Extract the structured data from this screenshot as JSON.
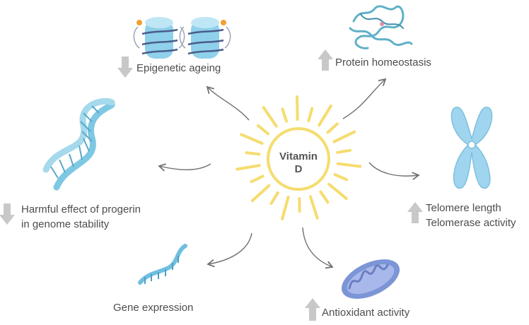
{
  "center": {
    "line1": "Vitamin",
    "line2": "D"
  },
  "outcomes": [
    {
      "label": "Epigenetic ageing",
      "direction": "down",
      "icon": "nucleosome-icon"
    },
    {
      "label": "Protein homeostasis",
      "direction": "up",
      "icon": "protein-structure-icon"
    },
    {
      "label": "Harmful effect of progerin",
      "label2": "in genome stability",
      "direction": "down",
      "icon": "dna-helix-icon"
    },
    {
      "label": "Telomere length",
      "label2": "Telomerase activity",
      "direction": "up",
      "icon": "chromosome-icon"
    },
    {
      "label": "Gene expression",
      "direction": "none",
      "icon": "rna-strand-icon"
    },
    {
      "label": "Antioxidant activity",
      "direction": "up",
      "icon": "mitochondrion-icon"
    }
  ],
  "colors": {
    "sun": "#f5dc6e",
    "arrow": "#707070",
    "indicator": "#c8c8c8",
    "icon_blue": "#7ec8e3",
    "mito_blue": "#7c95d6"
  }
}
